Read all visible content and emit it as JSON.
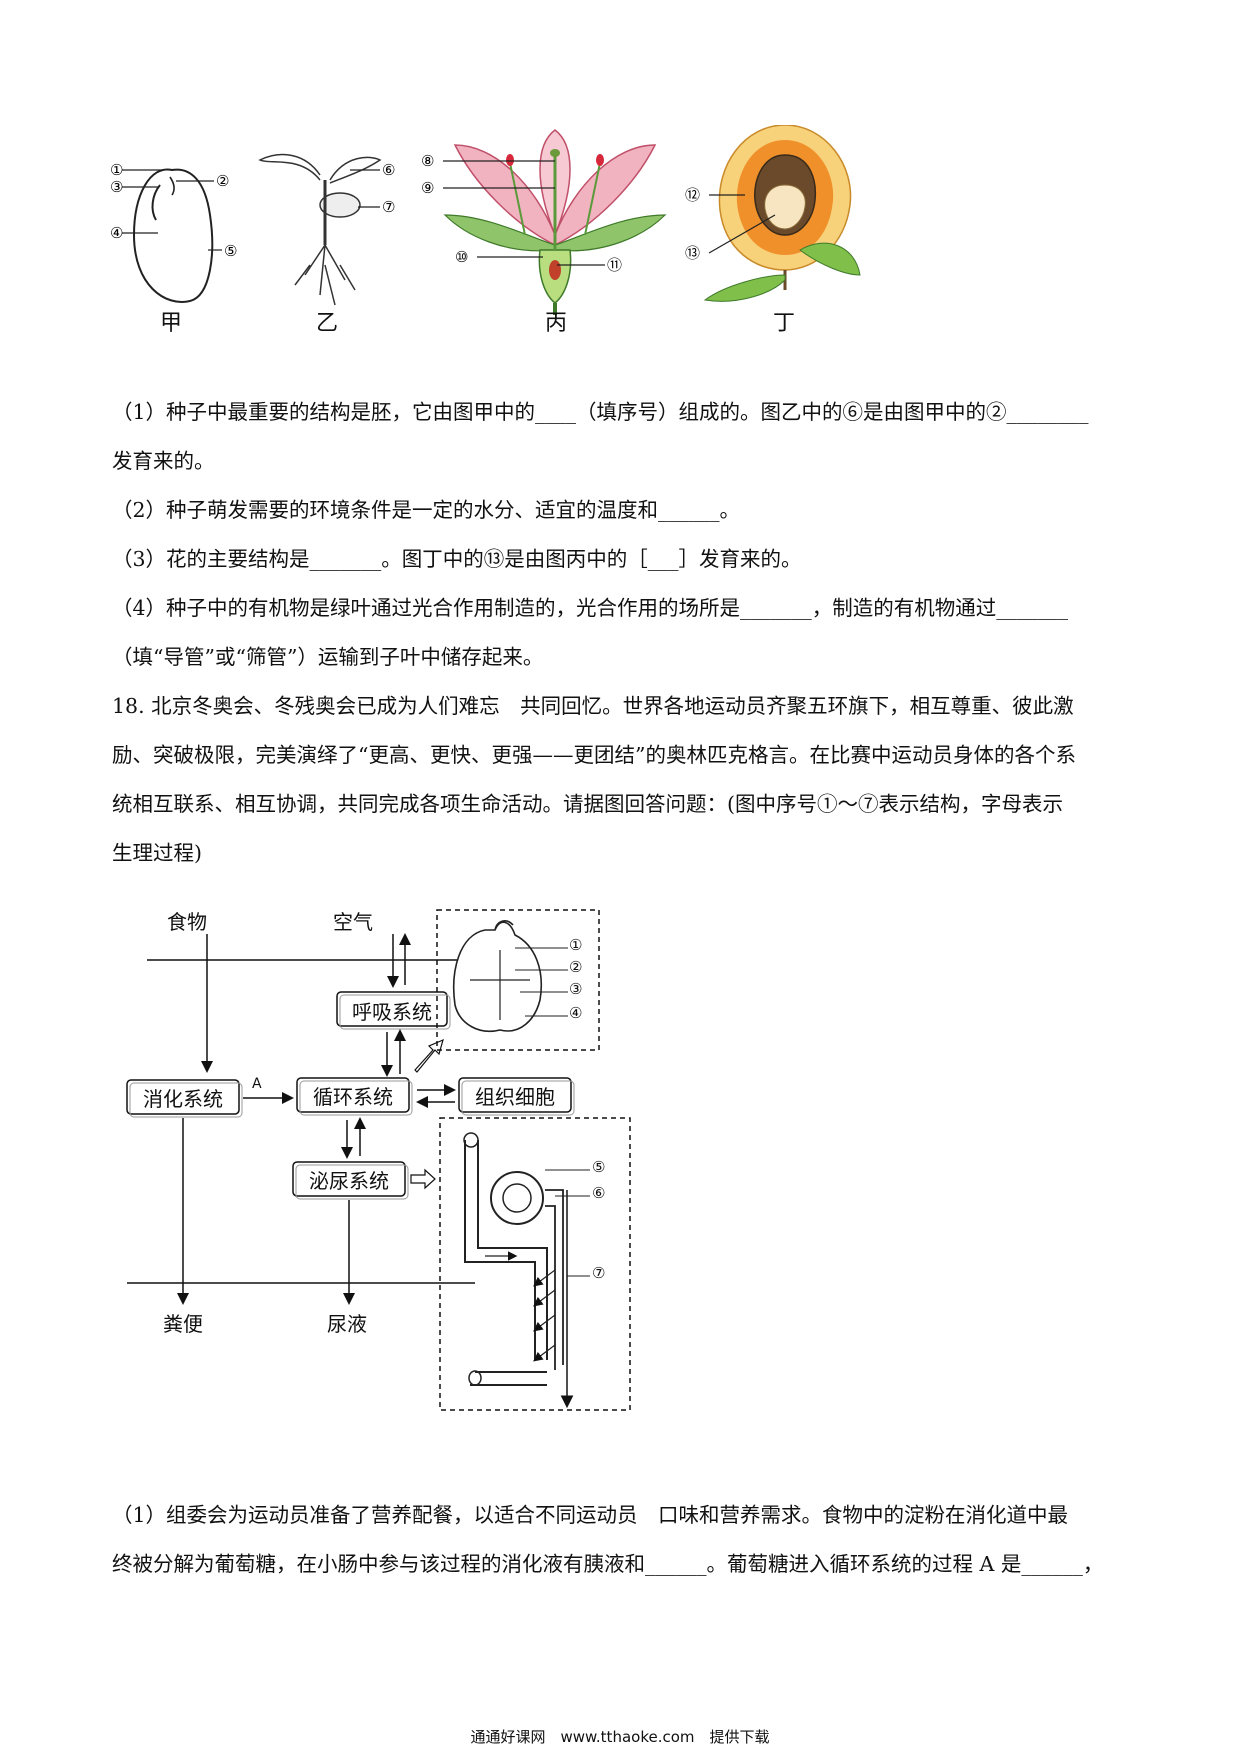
{
  "figures_top": {
    "labels": [
      "甲",
      "乙",
      "丙",
      "丁"
    ],
    "markers": {
      "jia": [
        "①",
        "③",
        "④",
        "②",
        "⑤"
      ],
      "yi": [
        "⑥",
        "⑦"
      ],
      "bing": [
        "⑧",
        "⑨",
        "⑩",
        "⑪"
      ],
      "ding": [
        "⑫",
        "⑬"
      ]
    }
  },
  "q17": {
    "p1": "（1）种子中最重要的结构是胚，它由图甲中的____（填序号）组成的。图乙中的⑥是由图甲中的②________",
    "p1b": "发育来的。",
    "p2": "（2）种子萌发需要的环境条件是一定的水分、适宜的温度和______。",
    "p3": "（3）花的主要结构是_______。图丁中的⑬是由图丙中的［___］发育来的。",
    "p4": "（4）种子中的有机物是绿叶通过光合作用制造的，光合作用的场所是_______，制造的有机物通过_______",
    "p4b": "（填“导管”或“筛管”）运输到子叶中储存起来。"
  },
  "q18": {
    "l1": "18. 北京冬奥会、冬残奥会已成为人们难忘　共同回忆。世界各地运动员齐聚五环旗下，相互尊重、彼此激",
    "l2": "励、突破极限，完美演绎了“更高、更快、更强——更团结”的奥林匹克格言。在比赛中运动员身体的各个系",
    "l3": "统相互联系、相互协调，共同完成各项生命活动。请据图回答问题：(图中序号①～⑦表示结构，字母表示",
    "l4": "生理过程)"
  },
  "diagram": {
    "food": "食物",
    "air": "空气",
    "respiratory": "呼吸系统",
    "digestive": "消化系统",
    "circulatory": "循环系统",
    "tissue": "组织细胞",
    "urinary": "泌尿系统",
    "feces": "粪便",
    "urine": "尿液",
    "arrow_a": "A",
    "heart_markers": [
      "①",
      "②",
      "③",
      "④"
    ],
    "kidney_markers": [
      "⑤",
      "⑥",
      "⑦"
    ]
  },
  "q18_sub": {
    "p1": "（1）组委会为运动员准备了营养配餐，以适合不同运动员　口味和营养需求。食物中的淀粉在消化道中最",
    "p1b": "终被分解为葡萄糖，在小肠中参与该过程的消化液有胰液和______。葡萄糖进入循环系统的过程 A 是______，"
  },
  "footer": "通通好课网　www.tthaoke.com　提供下载"
}
